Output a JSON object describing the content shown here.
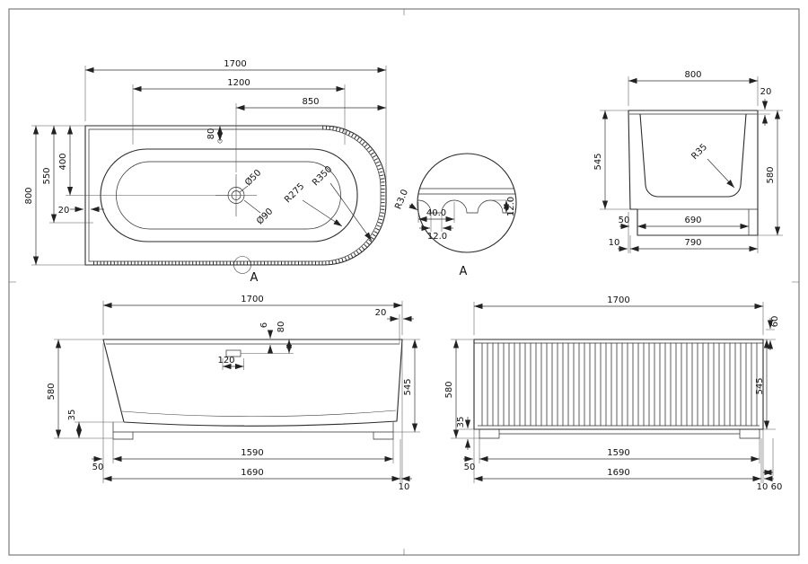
{
  "plan": {
    "d1700": "1700",
    "d1200": "1200",
    "d850": "850",
    "d80": "80",
    "d400": "400",
    "d550": "550",
    "d800": "800",
    "d20": "20",
    "dia50": "Ø50",
    "dia90": "Ø90",
    "r275": "R275",
    "r350": "R350",
    "marker": "A"
  },
  "detail": {
    "label": "A",
    "r3": "R3.0",
    "p40": "40.0",
    "w12": "12.0",
    "h12": "12.0"
  },
  "end": {
    "d800": "800",
    "d20": "20",
    "d545": "545",
    "d580": "580",
    "r35": "R35",
    "d50": "50",
    "d690": "690",
    "d10": "10",
    "d790": "790"
  },
  "front": {
    "d1700": "1700",
    "d20": "20",
    "d80": "80",
    "d6": "6",
    "d120": "120",
    "d580": "580",
    "d35": "35",
    "d545": "545",
    "d50": "50",
    "d1590": "1590",
    "d1690": "1690",
    "d10": "10"
  },
  "fluted": {
    "d1700": "1700",
    "d60t": "60",
    "d580": "580",
    "d35": "35",
    "d545": "545",
    "d50": "50",
    "d1590": "1590",
    "d1690": "1690",
    "d10": "10",
    "d60b": "60"
  }
}
